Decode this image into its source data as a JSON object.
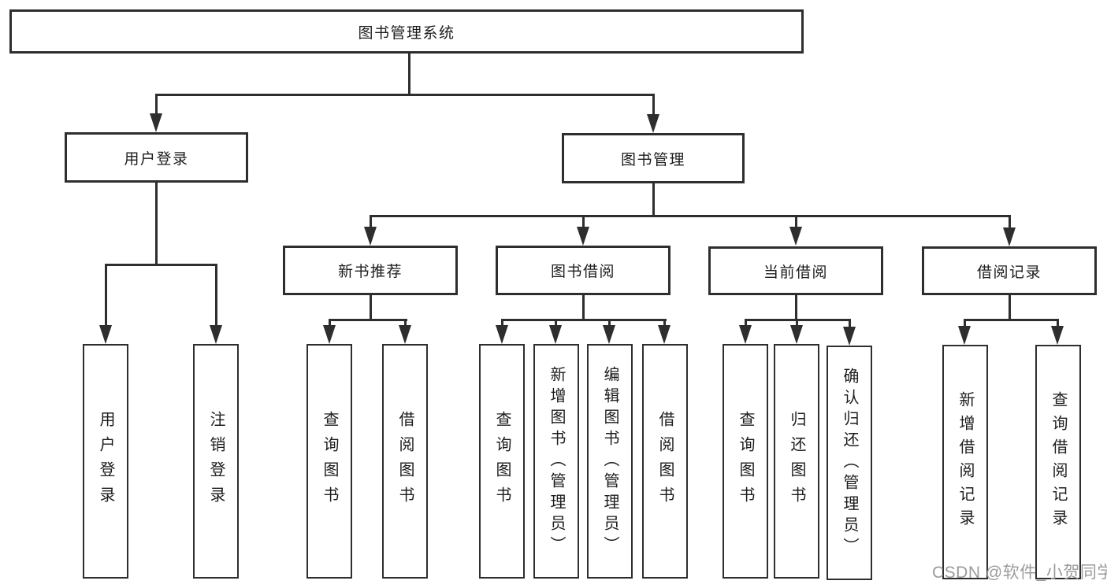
{
  "tree": {
    "root": {
      "label": "图书管理系统"
    },
    "branches": [
      {
        "label": "用户登录",
        "children": [
          {
            "label": "用户登录"
          },
          {
            "label": "注销登录"
          }
        ]
      },
      {
        "label": "图书管理",
        "groups": [
          {
            "label": "新书推荐",
            "children": [
              {
                "label": "查询图书"
              },
              {
                "label": "借阅图书"
              }
            ]
          },
          {
            "label": "图书借阅",
            "children": [
              {
                "label": "查询图书"
              },
              {
                "label": "新增图书（管理员）"
              },
              {
                "label": "编辑图书（管理员）"
              },
              {
                "label": "借阅图书"
              }
            ]
          },
          {
            "label": "当前借阅",
            "children": [
              {
                "label": "查询图书"
              },
              {
                "label": "归还图书"
              },
              {
                "label": "确认归还（管理员）"
              }
            ]
          },
          {
            "label": "借阅记录",
            "children": [
              {
                "label": "新增借阅记录"
              },
              {
                "label": "查询借阅记录"
              }
            ]
          }
        ]
      }
    ]
  },
  "watermark": "CSDN @软件_小贺同学",
  "colors": {
    "line": "#2e2e2e",
    "text": "#1c1c1c",
    "watermark": "#9b9b9b",
    "background": "#ffffff"
  }
}
